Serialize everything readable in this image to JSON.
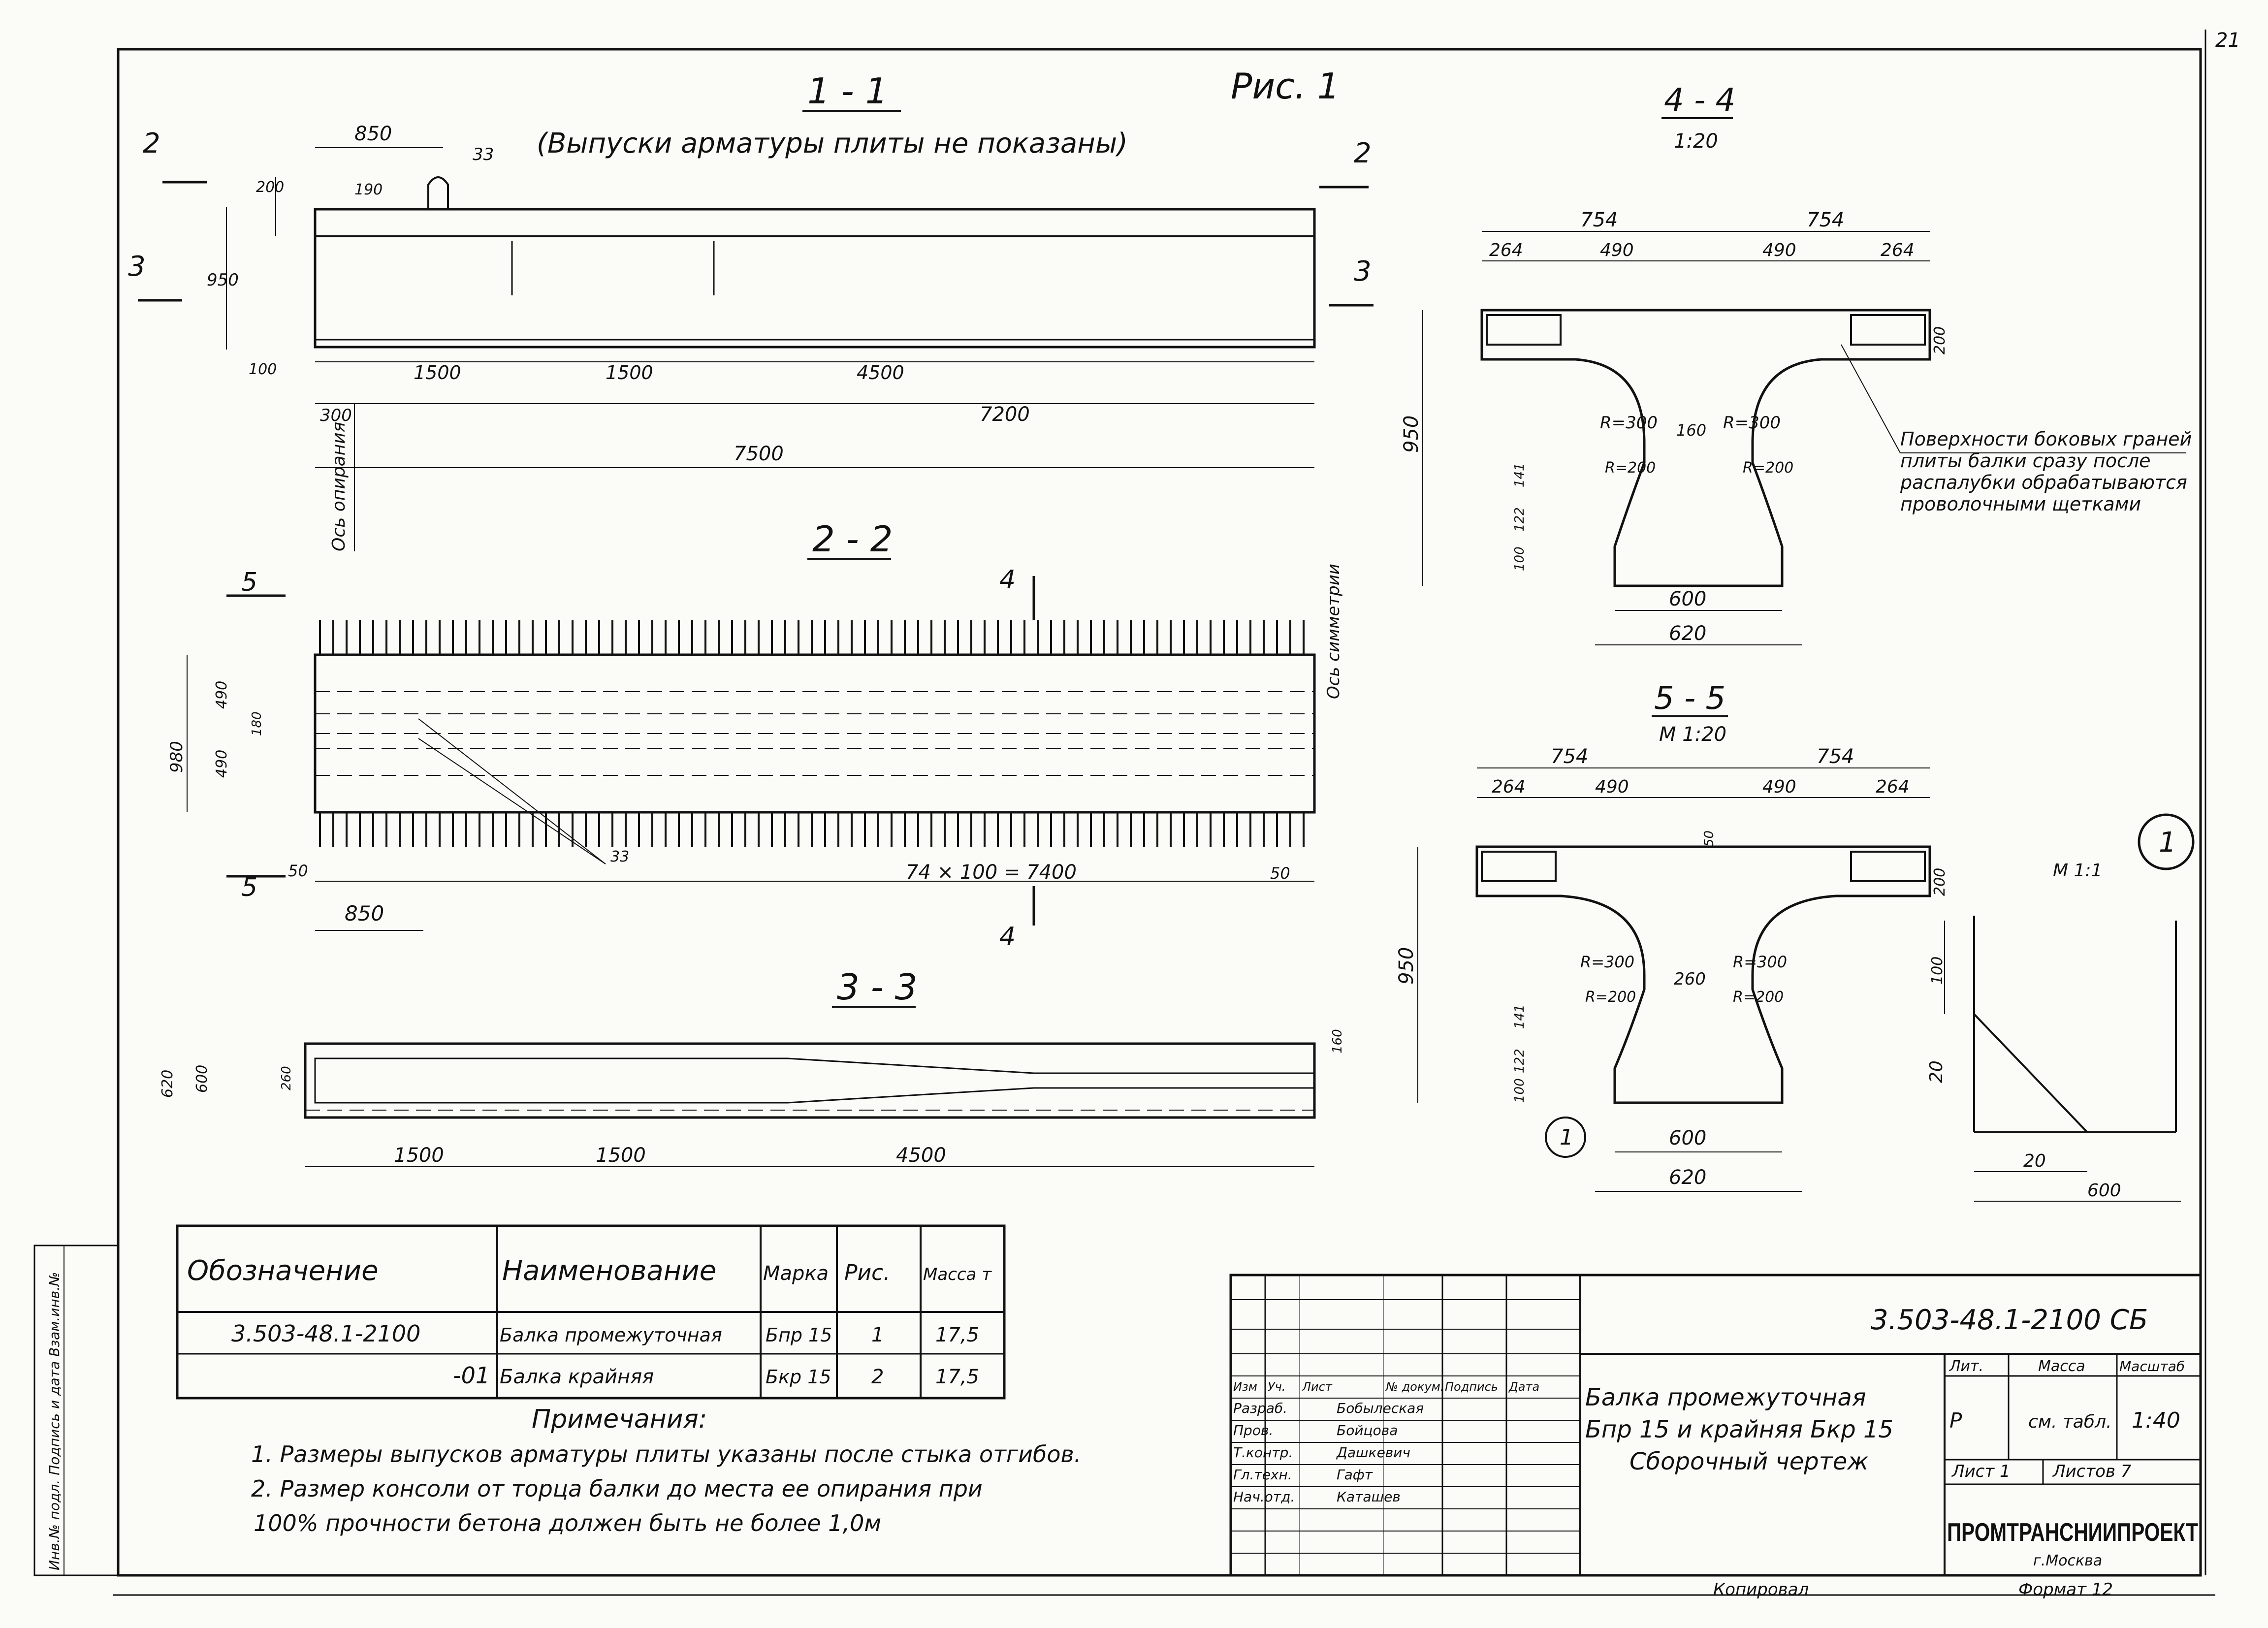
{
  "sheet": {
    "corner_mark": "21",
    "fig_label": "Рис. 1"
  },
  "section_1_1": {
    "title": "1 - 1",
    "note": "(Выпуски арматуры плиты не показаны)",
    "cut_marks": [
      "2",
      "2",
      "3",
      "3"
    ],
    "dims": [
      "850",
      "33",
      "190",
      "200",
      "950",
      "100",
      "1500",
      "1500",
      "4500",
      "300",
      "7200",
      "7500"
    ],
    "support_label": "Ось опирания"
  },
  "section_2_2": {
    "title": "2 - 2",
    "cut_marks": [
      "5",
      "5",
      "4",
      "4"
    ],
    "dims": [
      "980",
      "490",
      "490",
      "180",
      "33",
      "50",
      "74 × 100 = 7400",
      "50",
      "850"
    ],
    "symmetry_label": "Ось симметрии"
  },
  "section_3_3": {
    "title": "3 - 3",
    "dims": [
      "620",
      "600",
      "260",
      "160",
      "1500",
      "1500",
      "4500"
    ]
  },
  "section_4_4": {
    "title": "4 - 4",
    "scale": "1:20",
    "dims": [
      "754",
      "754",
      "264",
      "490",
      "490",
      "264",
      "200",
      "950",
      "R=300",
      "160",
      "R=300",
      "R=200",
      "R=200",
      "141",
      "122",
      "100",
      "600",
      "620"
    ],
    "note": "Поверхности боковых граней плиты балки сразу после распалубки обрабатываются проволочными щетками"
  },
  "section_5_5": {
    "title": "5 - 5",
    "scale": "М 1:20",
    "dims": [
      "754",
      "754",
      "264",
      "490",
      "490",
      "264",
      "50",
      "200",
      "950",
      "R=300",
      "260",
      "R=300",
      "R=200",
      "R=200",
      "141",
      "122",
      "100",
      "600",
      "620"
    ],
    "callout": "1"
  },
  "detail_1": {
    "callout": "1",
    "scale": "М 1:1",
    "dims": [
      "100",
      "20",
      "20",
      "600"
    ]
  },
  "spec_table": {
    "headers": [
      "Обозначение",
      "Наименование",
      "Марка",
      "Рис.",
      "Масса т"
    ],
    "rows": [
      [
        "3.503-48.1-2100",
        "Балка промежуточная",
        "Бпр 15",
        "1",
        "17,5"
      ],
      [
        "-01",
        "Балка крайняя",
        "Бкр 15",
        "2",
        "17,5"
      ]
    ]
  },
  "notes": {
    "title": "Примечания:",
    "items": [
      "1. Размеры выпусков арматуры плиты указаны после стыка отгибов.",
      "2. Размер консоли от торца балки до места ее опирания при",
      "100% прочности бетона должен быть не более 1,0м"
    ]
  },
  "title_block": {
    "code": "3.503-48.1-2100 СБ",
    "name_lines": [
      "Балка промежуточная",
      "Бпр 15 и крайняя Бкр 15",
      "Сборочный чертеж"
    ],
    "col_headers": [
      "Изм",
      "Уч.",
      "Лист",
      "№ докум.",
      "Подпись",
      "Дата"
    ],
    "roles": [
      "Разраб.",
      "Пров.",
      "Т.контр.",
      "Гл.техн.",
      "Нач.отд."
    ],
    "names": [
      "Бобылеская",
      "Бойцова",
      "Дашкевич",
      "Гафт",
      "Каташев"
    ],
    "lit_header": "Лит.",
    "mass_header": "Масса",
    "scale_header": "Масштаб",
    "lit": "Р",
    "mass": "см. табл.",
    "scale": "1:40",
    "sheet": "Лист 1",
    "sheets": "Листов 7",
    "org": "ПРОМТРАНСНИИПРОЕКТ",
    "city": "г.Москва",
    "copied": "Копировал",
    "format": "Формат 12"
  },
  "stamp_side": {
    "text": "Инв.№ подл. Подпись и дата Взам.инв.№"
  }
}
